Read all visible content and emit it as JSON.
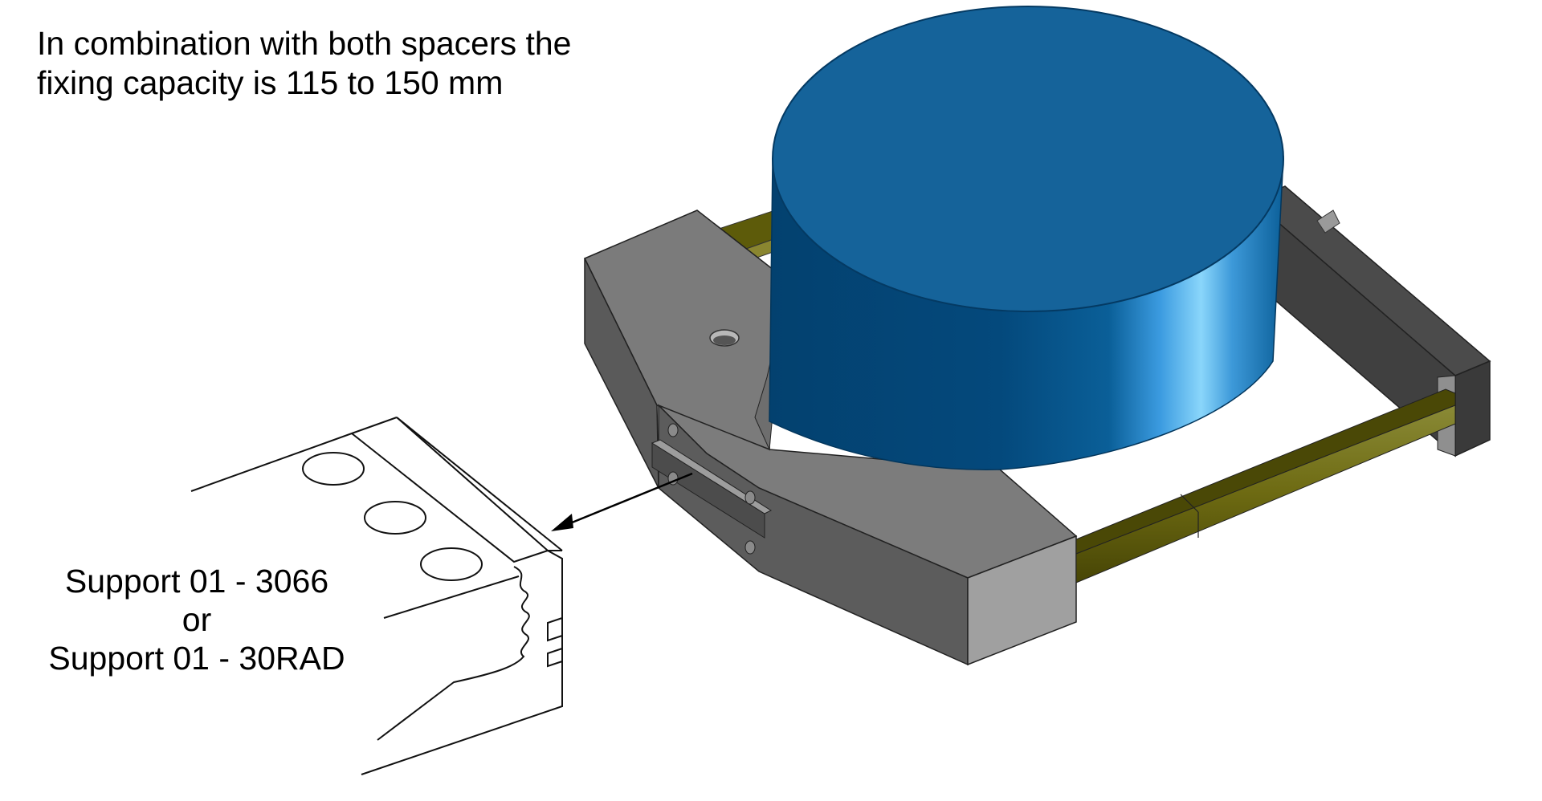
{
  "caption": {
    "line1": "In combination with both spacers the",
    "line2": "fixing capacity is 115 to 150 mm"
  },
  "support_label": {
    "line1": "Support 01 - 3066",
    "line2": "or",
    "line3": "Support 01 - 30RAD"
  },
  "colors": {
    "workpiece_top": "#15639a",
    "workpiece_side": "#044a7d",
    "workpiece_highlight": "#7fd0f7",
    "clamp_light": "#9a9a9a",
    "clamp_mid": "#7a7a7a",
    "clamp_dark": "#565656",
    "spacer_rod": "#8a8630",
    "spacer_rod_dark": "#4a4806"
  }
}
